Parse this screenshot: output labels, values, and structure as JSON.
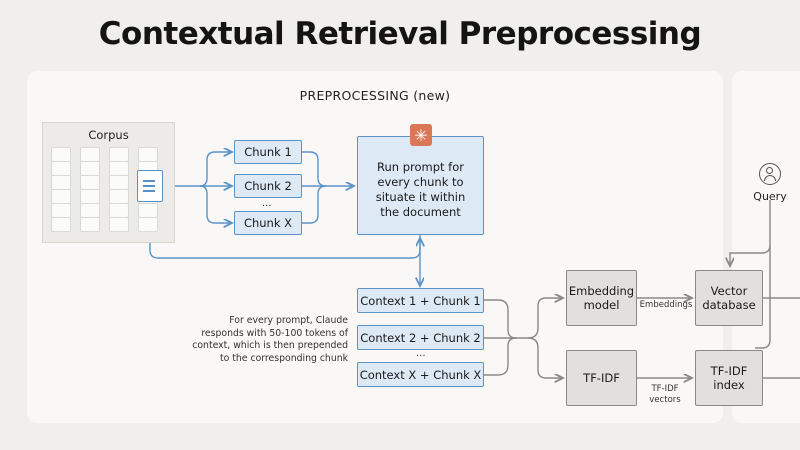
{
  "title": "Contextual Retrieval Preprocessing",
  "section_label": "PREPROCESSING (new)",
  "corpus": {
    "label": "Corpus"
  },
  "chunks": [
    {
      "label": "Chunk 1"
    },
    {
      "label": "Chunk 2"
    },
    {
      "label": "Chunk X"
    }
  ],
  "ellipsis": "...",
  "prompt_box": {
    "line1": "Run prompt for",
    "line2": "every chunk to",
    "line3": "situate it within",
    "line4": "the document"
  },
  "contexts": [
    {
      "label": "Context 1 + Chunk 1"
    },
    {
      "label": "Context 2 + Chunk 2"
    },
    {
      "label": "Context X + Chunk X"
    }
  ],
  "note": {
    "line1": "For every prompt, Claude",
    "line2": "responds with 50-100 tokens of",
    "line3": "context, which is then prepended",
    "line4": "to the corresponding chunk"
  },
  "embedding_model": {
    "line1": "Embedding",
    "line2": "model"
  },
  "embeddings_label": "Embeddings",
  "vector_db": {
    "line1": "Vector",
    "line2": "database"
  },
  "tfidf": {
    "label": "TF-IDF"
  },
  "tfidf_vectors_label": {
    "line1": "TF-IDF",
    "line2": "vectors"
  },
  "tfidf_index": {
    "line1": "TF-IDF",
    "line2": "index"
  },
  "query_label": "Query",
  "icons": [
    "claude-logo-icon",
    "document-icon",
    "user-icon"
  ],
  "colors": {
    "blue_fill": "#dde9f5",
    "blue_stroke": "#5b93c8",
    "gray_fill": "#e1e0dc",
    "gray_stroke": "#8a8985",
    "claude_orange": "#d97757"
  }
}
